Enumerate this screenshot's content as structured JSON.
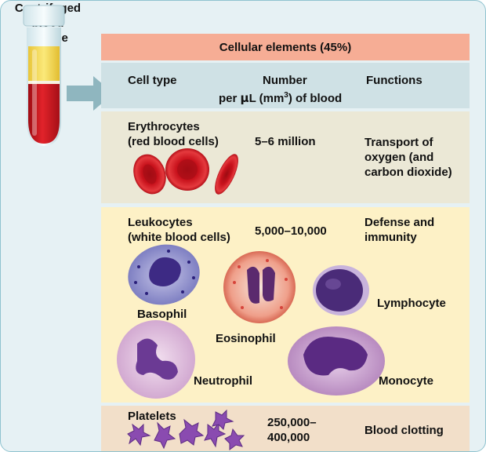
{
  "header": {
    "title": "Cellular elements (45%)"
  },
  "columns": {
    "cell_type": "Cell type",
    "number_line1": "Number",
    "number_line2_pre": "per ",
    "number_line2_mu": "μ",
    "number_line2_mid": "L (mm",
    "number_line2_sup": "3",
    "number_line2_post": ") of blood",
    "functions": "Functions"
  },
  "sample_label": [
    "Centrifuged",
    "blood",
    "sample"
  ],
  "rows": {
    "erythrocytes": {
      "name_line1": "Erythrocytes",
      "name_line2": "(red blood cells)",
      "number": "5–6 million",
      "function_line1": "Transport of",
      "function_line2": "oxygen (and",
      "function_line3": "carbon dioxide)"
    },
    "leukocytes": {
      "name_line1": "Leukocytes",
      "name_line2": "(white blood cells)",
      "number": "5,000–10,000",
      "function_line1": "Defense and",
      "function_line2": "immunity",
      "cells": {
        "basophil": "Basophil",
        "eosinophil": "Eosinophil",
        "lymphocyte": "Lymphocyte",
        "neutrophil": "Neutrophil",
        "monocyte": "Monocyte"
      }
    },
    "platelets": {
      "name": "Platelets",
      "number_line1": "250,000–",
      "number_line2": "400,000",
      "function": "Blood clotting"
    }
  },
  "colors": {
    "header_bg": "#f6ad95",
    "column_header_bg": "#cfe1e5",
    "erythrocyte_row_bg": "#ebe8d6",
    "leukocyte_row_bg": "#fdf1c6",
    "platelet_row_bg": "#f2dfc9",
    "plasma": "#f4d94a",
    "red_cells": "#c8121c",
    "platelet": "#8a4bb0"
  }
}
